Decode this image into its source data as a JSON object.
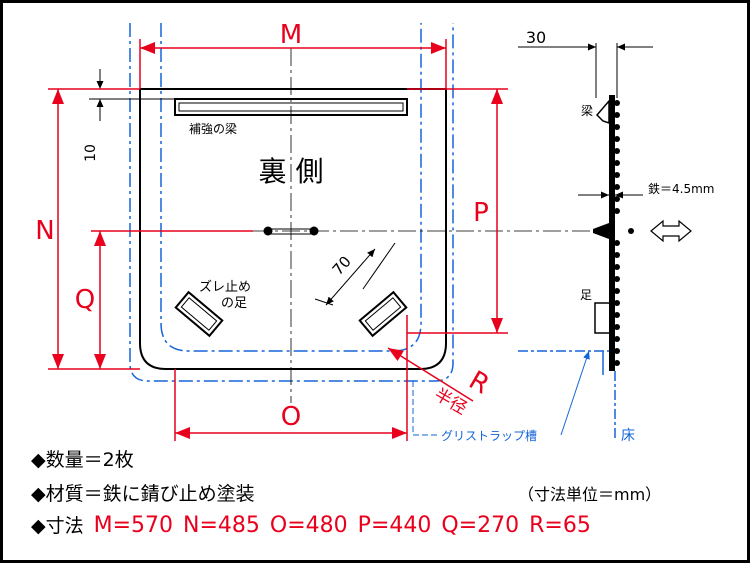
{
  "labels": {
    "M": "M",
    "N": "N",
    "O": "O",
    "P": "P",
    "Q": "Q",
    "R": "R",
    "radius": "半径",
    "reinforcing_beam": "補強の梁",
    "back_side": "裏 側",
    "anti_slip_foot_1": "ズレ止め",
    "anti_slip_foot_2": "の足",
    "dim_10": "10",
    "dim_70": "70",
    "dim_30": "30",
    "beam_side": "梁",
    "iron_thickness": "鉄＝4.5mm",
    "foot_side": "足",
    "grease_trap": "グリストラップ槽",
    "floor": "床"
  },
  "notes": {
    "quantity": "◆数量＝2枚",
    "material": "◆材質＝鉄に錆び止め塗装",
    "unit": "（寸法単位＝mm）",
    "dims_label": "◆寸法",
    "dims": [
      {
        "key": "M",
        "text": "M=570",
        "value": 570
      },
      {
        "key": "N",
        "text": "N=485",
        "value": 485
      },
      {
        "key": "O",
        "text": "O=480",
        "value": 480
      },
      {
        "key": "P",
        "text": "P=440",
        "value": 440
      },
      {
        "key": "Q",
        "text": "Q=270",
        "value": 270
      },
      {
        "key": "R",
        "text": "R=65",
        "value": 65
      }
    ]
  },
  "colors": {
    "dimension": "#e8001c",
    "trap_outline": "#1565d8",
    "outline": "#000000"
  }
}
